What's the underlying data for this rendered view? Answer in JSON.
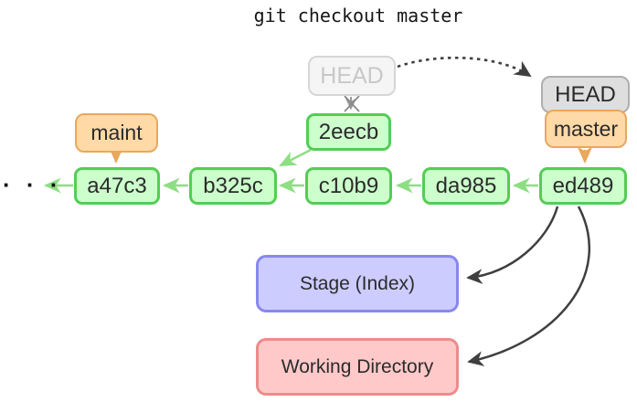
{
  "title": "git checkout master",
  "ellipsis": "· · ·",
  "commits": [
    {
      "id": "a47c3"
    },
    {
      "id": "b325c"
    },
    {
      "id": "c10b9"
    },
    {
      "id": "da985"
    },
    {
      "id": "ed489"
    },
    {
      "id": "2eecb"
    }
  ],
  "refs": {
    "maint": "maint",
    "master": "master",
    "head": "HEAD",
    "detached_head": "HEAD"
  },
  "areas": {
    "stage": "Stage (Index)",
    "working_directory": "Working Directory"
  },
  "colors": {
    "commit_fill": "#ccffcc",
    "commit_border": "#55cc55",
    "ref_fill": "#ffd9a6",
    "ref_border": "#e8a85e",
    "head_fill": "#dedede",
    "head_border": "#aeaeae",
    "faded_fill": "#f5f5f5",
    "faded_border": "#d6d6d6",
    "faded_text": "#c8c8c8",
    "stage_fill": "#ccccff",
    "stage_border": "#8888ee",
    "working_fill": "#ffc9c9",
    "working_border": "#ec8c8c",
    "arrow_green": "#8ede84",
    "arrow_orange": "#e8a85e",
    "arrow_dark": "#3f3f3f",
    "arrow_severed": "#9a9a9a"
  }
}
